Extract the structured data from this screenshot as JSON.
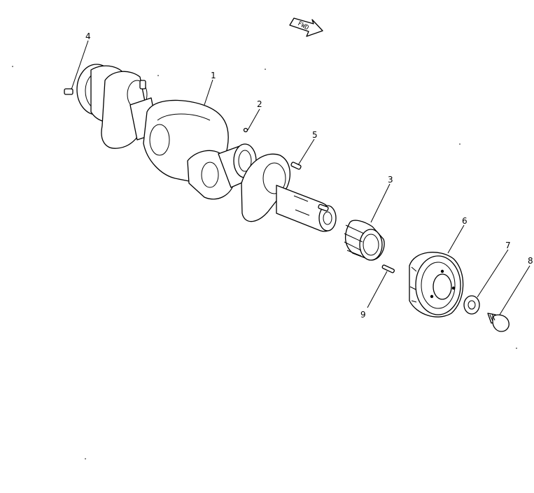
{
  "direction_arrow": {
    "label": "FWD"
  },
  "callouts": [
    {
      "id": "1",
      "label": "1"
    },
    {
      "id": "2",
      "label": "2"
    },
    {
      "id": "3",
      "label": "3"
    },
    {
      "id": "4",
      "label": "4"
    },
    {
      "id": "5",
      "label": "5"
    },
    {
      "id": "6",
      "label": "6"
    },
    {
      "id": "7",
      "label": "7"
    },
    {
      "id": "8",
      "label": "8"
    },
    {
      "id": "9",
      "label": "9"
    }
  ]
}
